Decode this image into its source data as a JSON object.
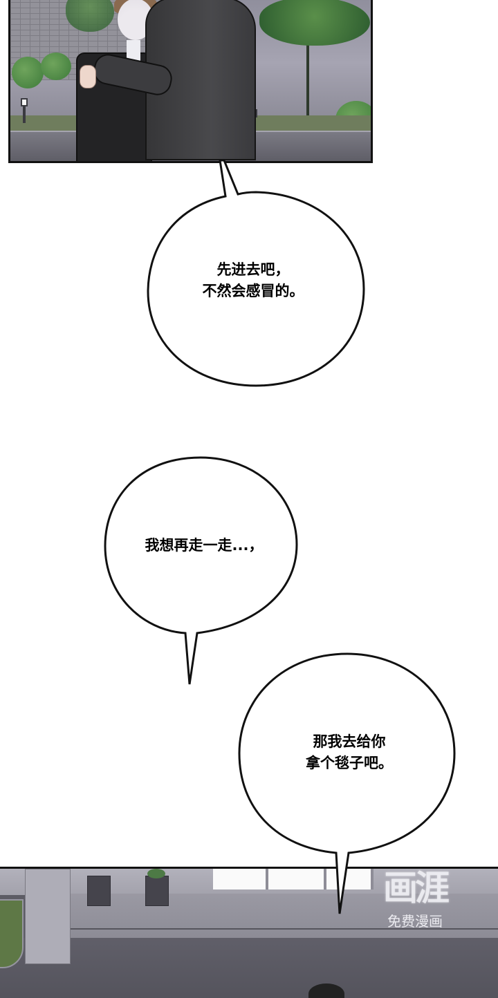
{
  "comic": {
    "panels": [
      {
        "id": "top-panel",
        "description": "Night outdoor scene: man in dark coat holding another man's shoulders near trees, lamps and a brick wall"
      },
      {
        "id": "bottom-panel",
        "description": "Building entrance plaza with planters, glass doors and a dark-haired figure at the bottom"
      }
    ],
    "bubbles": [
      {
        "id": "bubble-1",
        "lines": "先进去吧，\n不然会感冒的。"
      },
      {
        "id": "bubble-2",
        "lines": "我想再走一走...，"
      },
      {
        "id": "bubble-3",
        "lines": "那我去给你\n拿个毯子吧。"
      }
    ],
    "watermark": {
      "logo": "画涯",
      "subtitle": "免费漫画"
    }
  },
  "colors": {
    "ink": "#111111",
    "paper": "#ffffff",
    "night_sky": "#a6a4b2",
    "coat": "#49494c"
  }
}
